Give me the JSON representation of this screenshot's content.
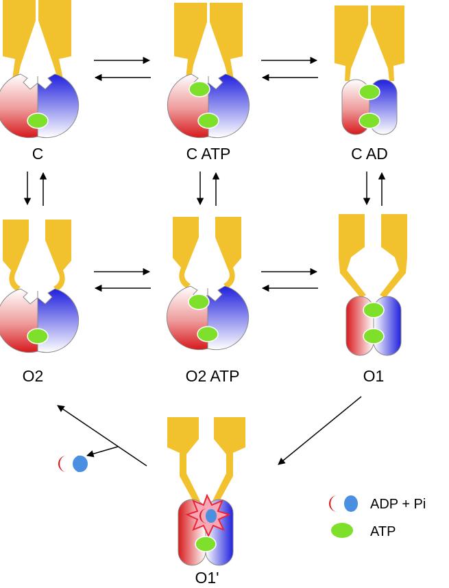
{
  "states": [
    {
      "id": "c",
      "label": "C"
    },
    {
      "id": "c-atp",
      "label": "C ATP"
    },
    {
      "id": "c-ad",
      "label": "C AD"
    },
    {
      "id": "o2",
      "label": "O2"
    },
    {
      "id": "o2-atp",
      "label": "O2 ATP"
    },
    {
      "id": "o1",
      "label": "O1"
    },
    {
      "id": "o1-prime",
      "label": "O1'"
    }
  ],
  "legend": {
    "adp_pi": "ADP + Pi",
    "atp": "ATP"
  },
  "colors": {
    "arm_yellow": "#f2c12e",
    "domain_red": "#d7191c",
    "domain_blue": "#2222dd",
    "atp_green": "#7ee02a",
    "pi_blue": "#4a8fe0",
    "burst": "#ee2233"
  }
}
